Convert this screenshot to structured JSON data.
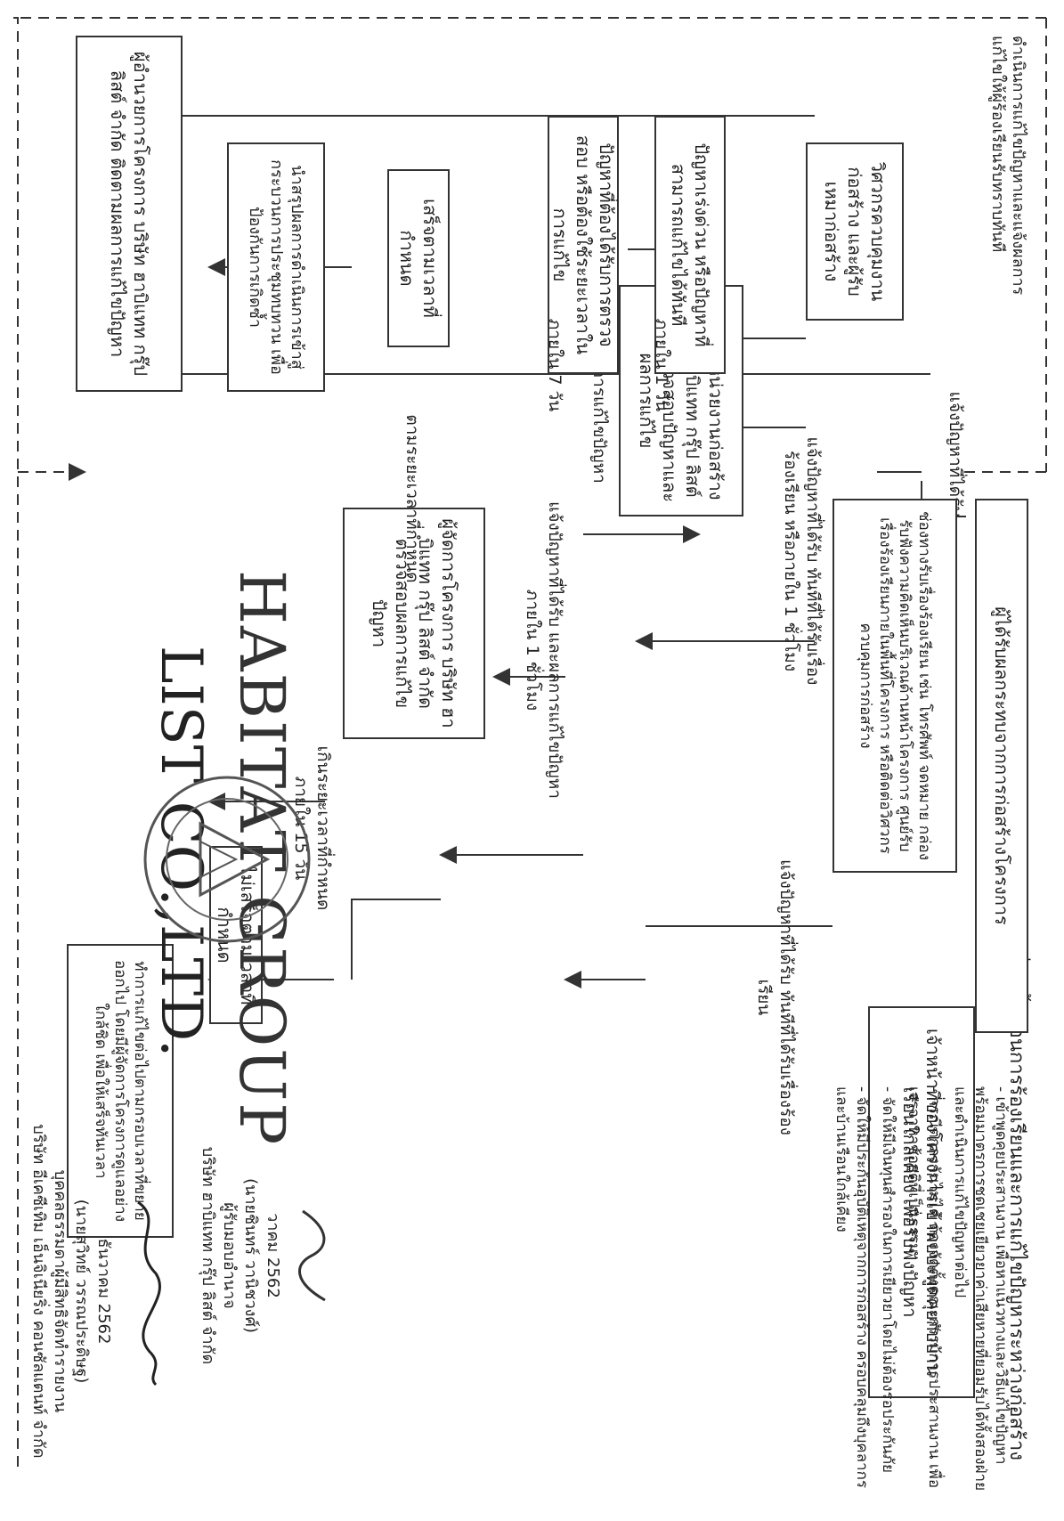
{
  "header": {
    "title": "รูปที่ 7 ขั้นตอนการร้องเรียนและการแก้ไขปัญหาระหว่างก่อสร้าง"
  },
  "side_text": "ดำเนินการแก้ไขปัญหาและแจ้งผลการแก้ไขให้ผู้ร้องเรียนรับทราบทันที",
  "boxes": {
    "receive": "ผู้ได้รับผลกระทบจากการก่อสร้างโครงการ",
    "channels": "ช่องทางรับเรื่องร้องเรียน เช่น โทรศัพท์ จดหมาย กล่องรับฟังความคิดเห็นบริเวณด้านหน้าโครงการ ศูนย์รับเรื่องร้องเรียนภายในพื้นที่โครงการ หรือติดต่อวิศวกรควบคุมการก่อสร้าง",
    "staff": "เจ้าหน้าที่ของโครงการเข้าพบปะพูดคุยกับบ้านเรือนใกล้เคียง เพื่อรับฟังปัญหา",
    "site_mgr": "ผู้จัดการหน่วยงานก่อสร้าง บริษัท ฮาบิแทท กรุ๊ป ลิสต์ จำกัด ตรวจสอบปัญหาและผลการแก้ไข",
    "engineer": "วิศวกรควบคุมงานก่อสร้าง และผู้รับเหมาก่อสร้าง",
    "urgent": "ปัญหาเร่งด่วน หรือปัญหาที่สามารถแก้ไขได้ทันที",
    "inspect": "ปัญหาที่ต้องได้รับการตรวจสอบ หรือต้องใช้ระยะเวลาในการแก้ไข",
    "proj_mgr": "ผู้จัดการโครงการ บริษัท ฮาบิแทท กรุ๊ป ลิสต์ จำกัด ตรวจสอบผลการแก้ไขปัญหา",
    "done_ontime": "เสร็จตามเวลาที่กำหนด",
    "not_done": "ไม่เสร็จตามเวลาที่กำหนด",
    "extend": "ทำการแก้ไขต่อไปตามกรอบเวลาที่ขยายออกไป โดยมีผู้จัดการโครงการดูแลอย่างใกล้ชิด เพื่อให้เสร็จทันเวลา",
    "summary": "นำสรุปผลการดำเนินการเข้าสู่กระบวนการประชุมทบทวน เพื่อป้องกันการเกิดซ้ำ",
    "director": "ผู้อำนวยการโครงการ บริษัท ฮาบิแทท กรุ๊ป ลิสต์ จำกัด ติดตามผลการแก้ไขปัญหา"
  },
  "labels": {
    "report_issue": "แจ้งปัญหาที่ได้รับ",
    "report_issue_1h": "แจ้งปัญหาที่ได้รับ ทันทีที่ได้รับเรื่องร้องเรียน หรือภายใน 1 ชั่วโมง",
    "report_staff": "แจ้งปัญหาที่ได้รับ ทันทีที่ได้รับเรื่องร้องเรียน",
    "report_result": "แจ้งผลการแก้ไขปัญหา",
    "within_1day": "ภายใน 1 วัน",
    "within_7day": "ภายใน 7 วัน",
    "report_to_pm": "แจ้งปัญหาที่ได้รับ และผลการแก้ไขปัญหา ภายใน 1 ชั่วโมง",
    "within_time": "ตามระยะเวลาที่กำหนด",
    "over_time": "เกินระยะเวลาที่กำหนด ภายใน 15 วัน"
  },
  "notes": [
    "- เข้าพูดคุยประสานงาน เพื่อหาแนวทางและวิธีแก้ไขปัญหาพร้อมมาตรการชดเชยเยียวยาค่าเสียหายที่ยอมรับได้ทั้งสองฝ่าย และดำเนินการแก้ไขปัญหาต่อไป",
    "- กรณีตกลงกันไม่ได้ ต้องจัดตั้งคณะกรรมการประสานงาน เพื่อเจรจาหาข้อยุติที่เป็นธรรม",
    "- จัดให้มีเงินทุนสำรองในการเยียวยาโดยไม่ต้องรอประกันภัย",
    "- จัดให้มีประกันอุบัติเหตุจากการก่อสร้าง ครอบคลุมถึงบุคลากรและบ้านเรือนใกล้เคียง"
  ],
  "watermark": {
    "line1": "HABITAT GROUP",
    "line2": "LIST CO.,LTD."
  },
  "signatures": [
    {
      "date": "วาคม 2562",
      "name": "(นายชินทร์ วานิชวงศ์)",
      "role": "ผู้รับมอบอำนาจ",
      "company": "บริษัท ฮาบิแทท กรุ๊ป ลิสต์ จำกัด"
    },
    {
      "date": "ธันวาคม 2562",
      "name": "(นายสุวิทย์ วรรณประดิษฐ)",
      "role": "บุคคลธรรมดาผู้มีสิทธิจัดทำรายงาน",
      "company": "บริษัท อีเคซีเทิม เอ็นจิเนียริ่ง คอนซัลแตนท์ จำกัด"
    }
  ]
}
